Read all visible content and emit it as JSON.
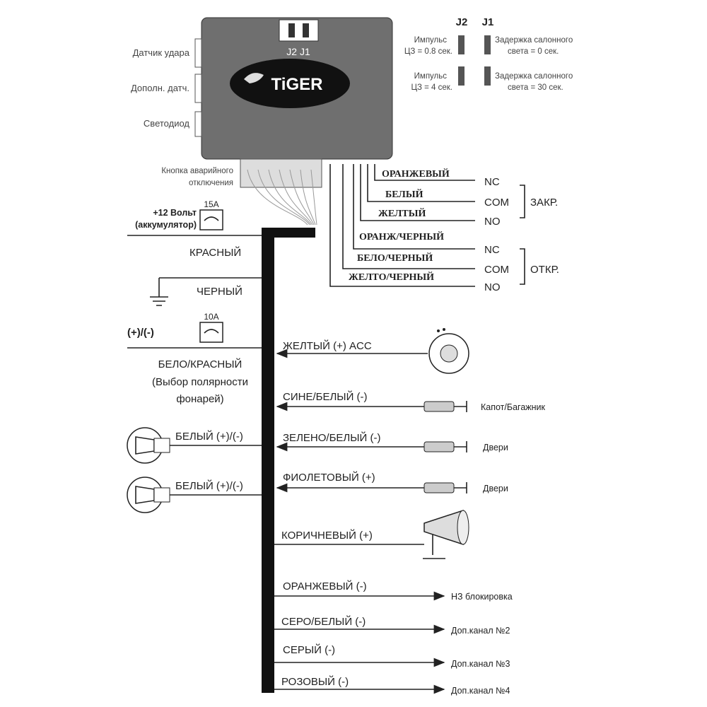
{
  "unit": {
    "brand": "TiGER",
    "jumper_label": "J2  J1",
    "left_ports": [
      "Датчик удара",
      "Дополн. датч.",
      "Светодиод"
    ],
    "emergency_button": [
      "Кнопка аварийного",
      "отключения"
    ]
  },
  "jumpers": {
    "headers": [
      "J2",
      "J1"
    ],
    "j2": [
      [
        "Импульс",
        "ЦЗ = 0.8 сек."
      ],
      [
        "Импульс",
        "ЦЗ = 4 сек."
      ]
    ],
    "j1": [
      [
        "Задержка салонного",
        "света = 0 сек."
      ],
      [
        "Задержка салонного",
        "света = 30 сек."
      ]
    ]
  },
  "relays": {
    "lock": {
      "label": "ЗАКР.",
      "wires": [
        "ОРАНЖЕВЫЙ",
        "БЕЛЫЙ",
        "ЖЕЛТЫЙ"
      ],
      "contacts": [
        "NC",
        "COM",
        "NO"
      ]
    },
    "unlock": {
      "label": "ОТКР.",
      "wires": [
        "ОРАНЖ/ЧЕРНЫЙ",
        "БЕЛО/ЧЕРНЫЙ",
        "ЖЕЛТО/ЧЕРНЫЙ"
      ],
      "contacts": [
        "NC",
        "COM",
        "NO"
      ]
    }
  },
  "power": {
    "battery": [
      "+12 Вольт",
      "(аккумулятор)"
    ],
    "fuse1": "15A",
    "red": "КРАСНЫЙ",
    "black": "ЧЕРНЫЙ",
    "polarity": "(+)/(-)",
    "fuse2": "10A",
    "white_red": [
      "БЕЛО/КРАСНЫЙ",
      "(Выбор полярности",
      "фонарей)"
    ]
  },
  "inputs": [
    {
      "wire": "ЖЕЛТЫЙ (+) ACC",
      "device": ""
    },
    {
      "wire": "СИНЕ/БЕЛЫЙ (-)",
      "device": "Капот/Багажник"
    },
    {
      "wire": "ЗЕЛЕНО/БЕЛЫЙ (-)",
      "device": "Двери"
    },
    {
      "wire": "ФИОЛЕТОВЫЙ (+)",
      "device": "Двери"
    },
    {
      "wire": "КОРИЧНЕВЫЙ (+)",
      "device": ""
    }
  ],
  "lamps": [
    "БЕЛЫЙ (+)/(-)",
    "БЕЛЫЙ (+)/(-)"
  ],
  "outputs": [
    {
      "wire": "ОРАНЖЕВЫЙ (-)",
      "target": "НЗ блокировка"
    },
    {
      "wire": "СЕРО/БЕЛЫЙ (-)",
      "target": "Доп.канал №2"
    },
    {
      "wire": "СЕРЫЙ (-)",
      "target": "Доп.канал №3"
    },
    {
      "wire": "РОЗОВЫЙ (-)",
      "target": "Доп.канал №4"
    }
  ]
}
